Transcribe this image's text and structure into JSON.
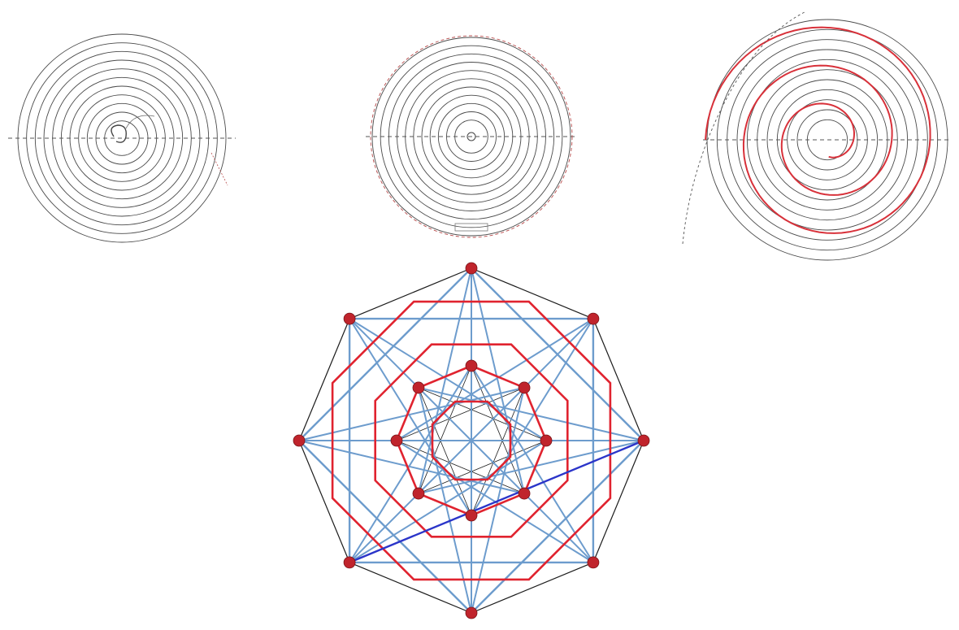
{
  "figures": [
    {
      "id": "manuscript-circle-left",
      "ink": "#4a4a4a",
      "accent": "#b84a4a",
      "ring_count": 11,
      "has_red_path": false
    },
    {
      "id": "manuscript-circle-middle",
      "ink": "#4a4a4a",
      "accent": "#b84a4a",
      "ring_count": 11,
      "has_red_path": false
    },
    {
      "id": "manuscript-circle-right",
      "ink": "#4a4a4a",
      "accent": "#d8313a",
      "ring_count": 11,
      "has_red_path": true
    }
  ],
  "star_graph": {
    "outer_vertices": 8,
    "inner_vertices": 8,
    "colors": {
      "outline": "#1b1b1b",
      "blue_lines": "#6d9ccd",
      "red_polygons": "#e0232f",
      "dark_blue_line": "#2b35c9",
      "node_fill": "#c0242c"
    }
  }
}
